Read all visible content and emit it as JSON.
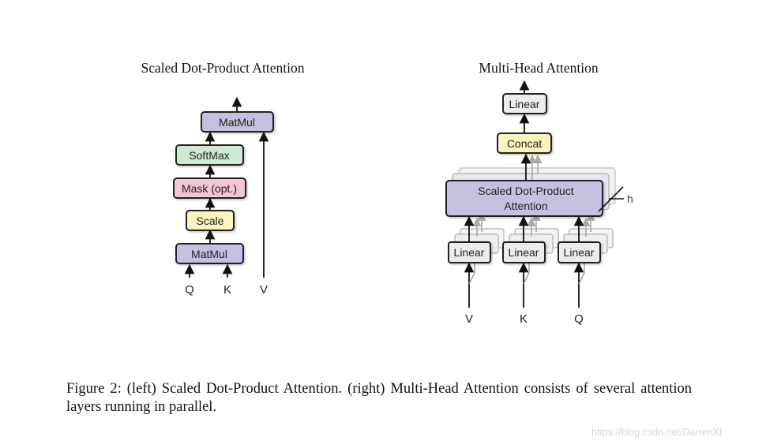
{
  "left": {
    "title": "Scaled Dot-Product Attention",
    "blocks": {
      "matmul_top": "MatMul",
      "softmax": "SoftMax",
      "mask": "Mask (opt.)",
      "scale": "Scale",
      "matmul_bottom": "MatMul"
    },
    "inputs": {
      "q": "Q",
      "k": "K",
      "v": "V"
    }
  },
  "right": {
    "title": "Multi-Head Attention",
    "blocks": {
      "linear_top": "Linear",
      "concat": "Concat",
      "attention_line1": "Scaled Dot-Product",
      "attention_line2": "Attention",
      "linear_v": "Linear",
      "linear_k": "Linear",
      "linear_q": "Linear"
    },
    "heads_label": "h",
    "inputs": {
      "v": "V",
      "k": "K",
      "q": "Q"
    }
  },
  "caption": "Figure 2: (left) Scaled Dot-Product Attention. (right) Multi-Head Attention consists of several attention layers running in parallel.",
  "watermark": "https://blog.csdn.net/DarrenXf",
  "colors": {
    "matmul": "#c5bfe0",
    "softmax": "#cde8d3",
    "mask": "#f5c5d2",
    "scale": "#faf4bf",
    "linear": "#e9eeea",
    "concat": "#faf4bf",
    "attention": "#c5bfe0",
    "stroke": "#222222"
  }
}
